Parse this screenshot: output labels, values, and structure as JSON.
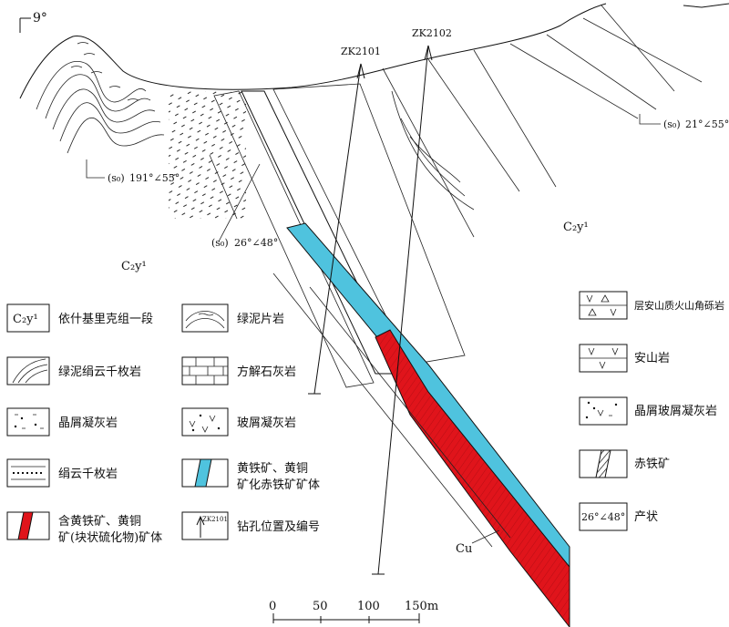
{
  "colors": {
    "ore_red": "#e0141b",
    "ore_cyan": "#4fc3de",
    "line": "#111111"
  },
  "section": {
    "azimuth_label": "9°",
    "drillholes": [
      {
        "id": "ZK2101"
      },
      {
        "id": "ZK2102"
      }
    ],
    "attitudes": {
      "left": {
        "prefix": "(s₀)",
        "value": "191°∠55°"
      },
      "right": {
        "prefix": "(s₀)",
        "value": "21°∠55°"
      },
      "middle": {
        "prefix": "(s₀)",
        "value": "26°∠48°"
      }
    },
    "formation_label_left": "C₂y¹",
    "formation_label_right": "C₂y¹",
    "cu_label": "Cu",
    "scale": {
      "ticks": [
        "0",
        "50",
        "100",
        "150m"
      ]
    }
  },
  "legend": {
    "left": [
      {
        "symbol": "C₂y¹",
        "label": "依什基里克组一段"
      },
      {
        "label": "绿泥绢云千枚岩"
      },
      {
        "label": "晶屑凝灰岩"
      },
      {
        "label": "绢云千枚岩"
      },
      {
        "label_line1": "含黄铁矿、黄铜",
        "label_line2": "矿(块状硫化物)矿体"
      }
    ],
    "middle": [
      {
        "label": "绿泥片岩"
      },
      {
        "label": "方解石灰岩"
      },
      {
        "label": "玻屑凝灰岩"
      },
      {
        "label_line1": "黄铁矿、黄铜",
        "label_line2": "矿化赤铁矿矿体"
      },
      {
        "symbol": "ZK2101",
        "label": "钻孔位置及编号"
      }
    ],
    "right": [
      {
        "label": "层安山质火山角砾岩"
      },
      {
        "label": "安山岩"
      },
      {
        "label": "晶屑玻屑凝灰岩"
      },
      {
        "label": "赤铁矿"
      },
      {
        "symbol": "26°∠48°",
        "label": "产状"
      }
    ]
  }
}
